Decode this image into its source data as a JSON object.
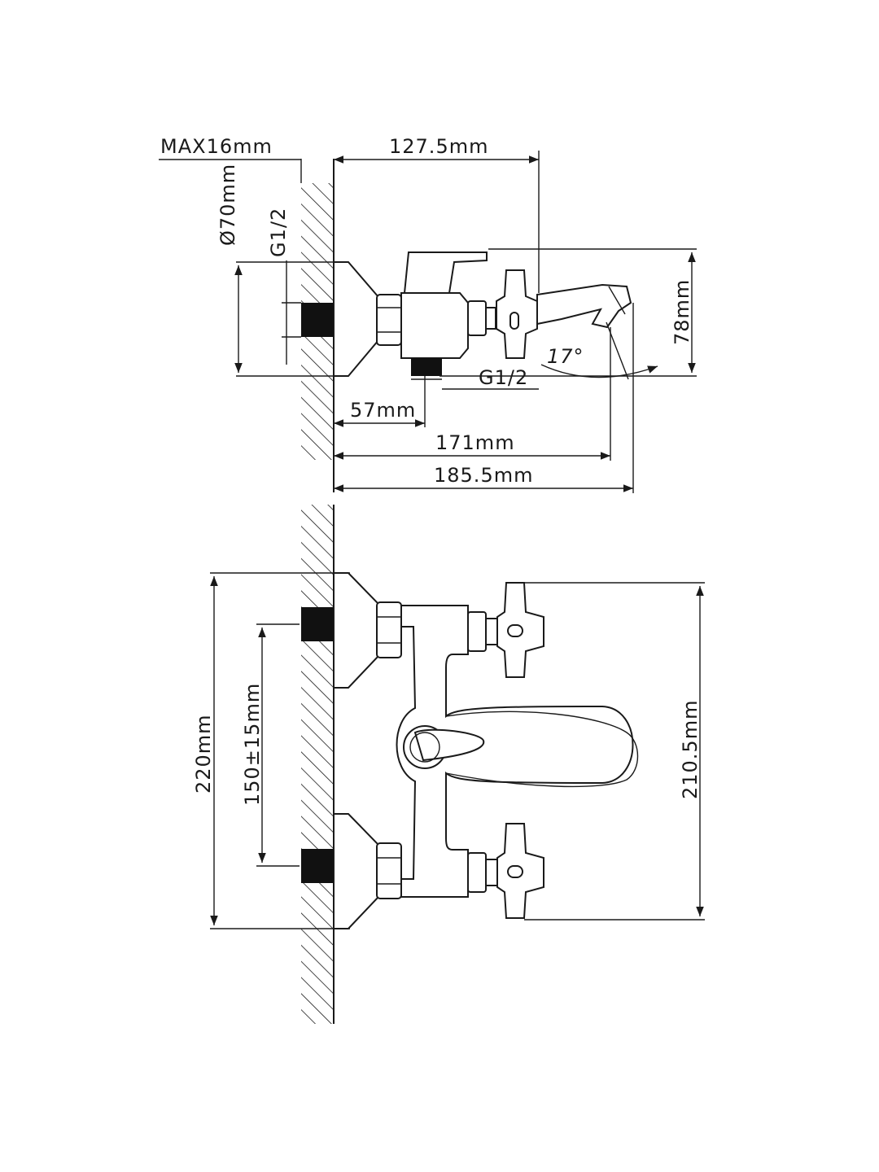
{
  "side_view": {
    "max_thickness": "MAX16mm",
    "wall_to_handle_center": "127.5mm",
    "flange_diameter": "Ø70mm",
    "inlet_thread": "G1/2",
    "body_height": "78mm",
    "spout_angle": "17°",
    "outlet_thread": "G1/2",
    "wall_to_outlet_axis": "57mm",
    "wall_to_spout_tip": "171mm",
    "overall_projection": "185.5mm"
  },
  "front_view": {
    "overall_width": "220mm",
    "inlet_spacing": "150±15mm",
    "handle_span": "210.5mm"
  },
  "colors": {
    "line": "#1a1a1a",
    "background": "#ffffff"
  }
}
